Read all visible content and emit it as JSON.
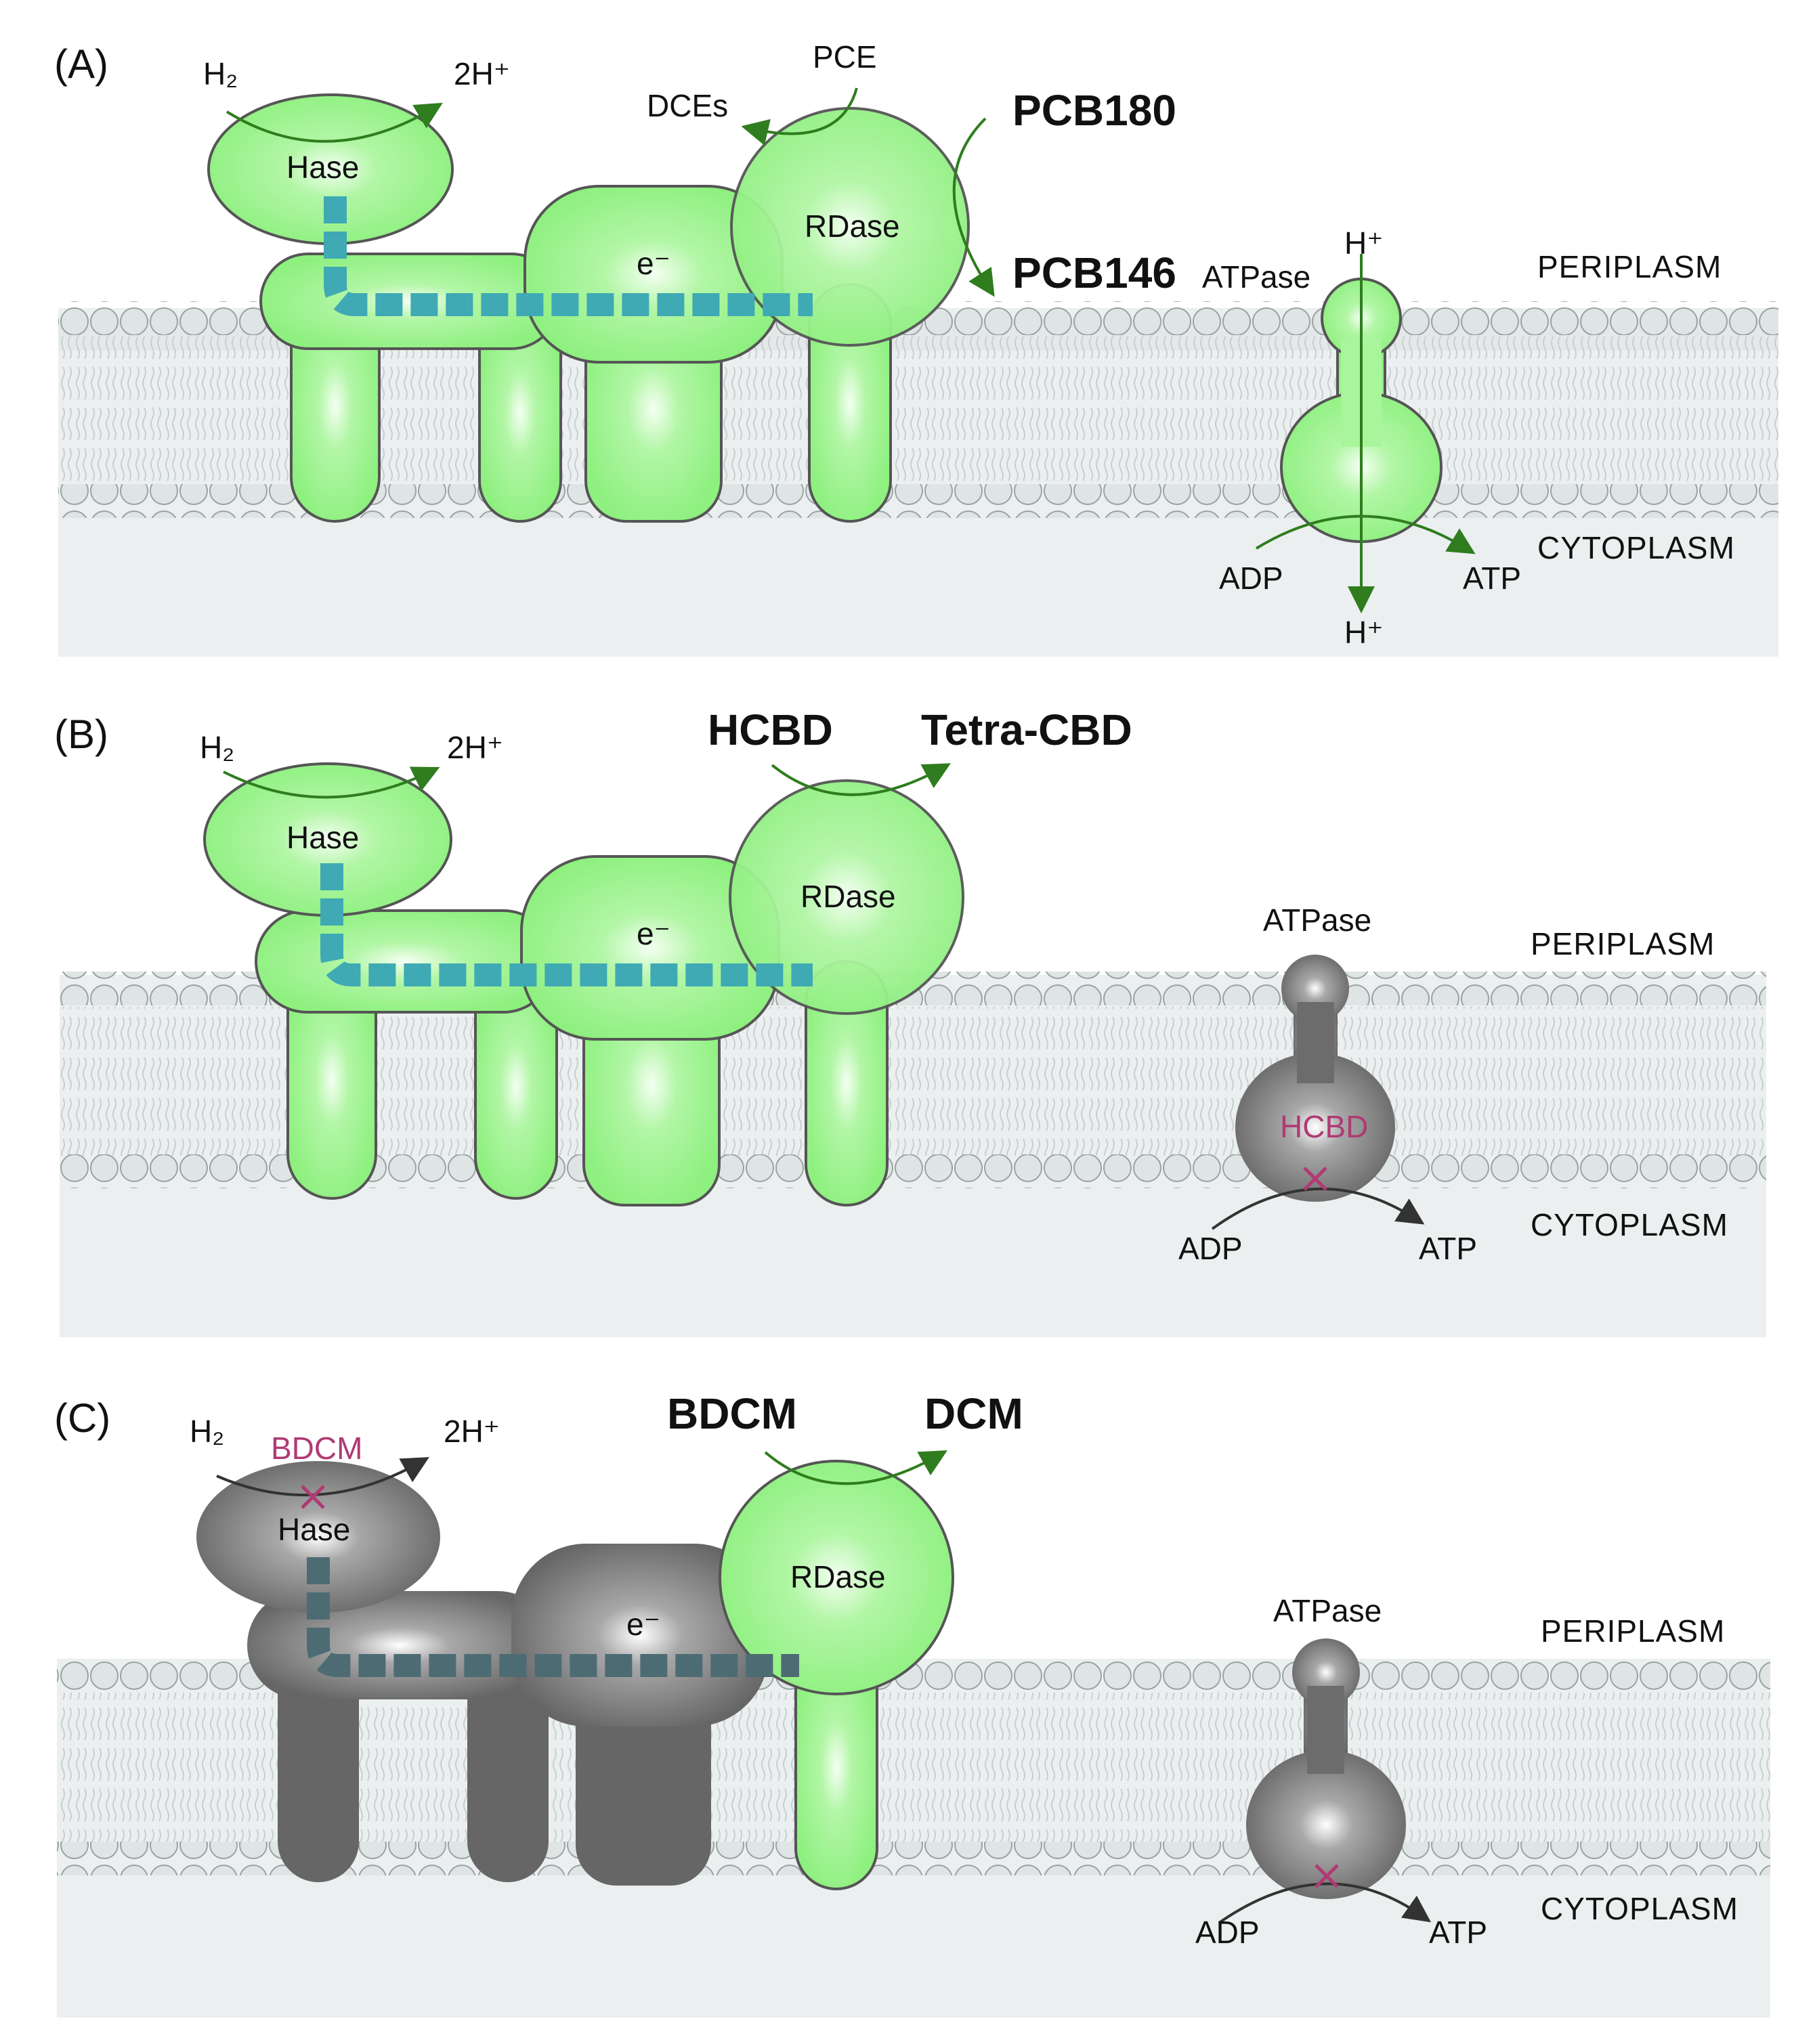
{
  "panels": [
    {
      "id": "A",
      "letter": "(A)",
      "h2": "H₂",
      "two_h": "2H⁺",
      "hase": "Hase",
      "electron": "e⁻",
      "rdase": "RDase",
      "pce": "PCE",
      "dces": "DCEs",
      "substrate": "PCB180",
      "product": "PCB146",
      "atpase": "ATPase",
      "h_top": "H⁺",
      "h_bottom": "H⁺",
      "adp": "ADP",
      "atp": "ATP",
      "periplasm": "PERIPLASM",
      "cytoplasm": "CYTOPLASM"
    },
    {
      "id": "B",
      "letter": "(B)",
      "h2": "H₂",
      "two_h": "2H⁺",
      "hase": "Hase",
      "electron": "e⁻",
      "rdase": "RDase",
      "substrate": "HCBD",
      "product": "Tetra-CBD",
      "atpase": "ATPase",
      "inhibitor": "HCBD",
      "adp": "ADP",
      "atp": "ATP",
      "periplasm": "PERIPLASM",
      "cytoplasm": "CYTOPLASM"
    },
    {
      "id": "C",
      "letter": "(C)",
      "h2": "H₂",
      "two_h": "2H⁺",
      "inhibitor": "BDCM",
      "hase": "Hase",
      "electron": "e⁻",
      "rdase": "RDase",
      "substrate": "BDCM",
      "product": "DCM",
      "atpase": "ATPase",
      "adp": "ADP",
      "atp": "ATP",
      "periplasm": "PERIPLASM",
      "cytoplasm": "CYTOPLASM"
    }
  ],
  "colors": {
    "active_protein": "#8ef07f",
    "inhibited_protein": "#666666",
    "electron_path_active": "#3fa9b4",
    "electron_path_inhibited": "#4d6b73",
    "arrow_active": "#2f7d1e",
    "arrow_inhibited": "#333333",
    "inhibition_mark": "#b03a74",
    "membrane": "#eceff0",
    "lipid_head": "#dfe5e5"
  }
}
